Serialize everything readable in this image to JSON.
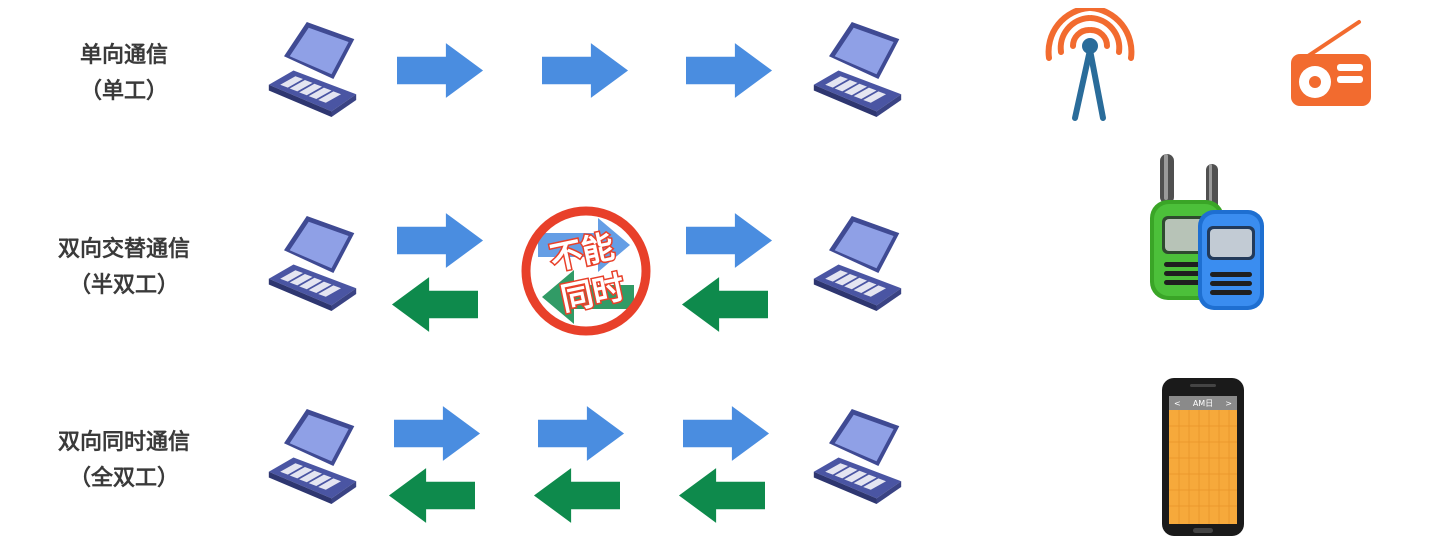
{
  "rows": [
    {
      "title": "单向通信",
      "subtitle": "（单工）"
    },
    {
      "title": "双向交替通信",
      "subtitle": "（半双工）"
    },
    {
      "title": "双向同时通信",
      "subtitle": "（全双工）"
    }
  ],
  "no_sign": {
    "line1": "不能",
    "line2": "同时"
  },
  "phone": {
    "nav_left": "<",
    "nav_title": "AM日",
    "nav_right": ">"
  },
  "colors": {
    "forward_arrow": "#4a8de0",
    "backward_arrow": "#0e8a4c",
    "laptop": "#3f4a93",
    "no_sign": "#e8402a",
    "radio": "#f26b2f",
    "antenna": "#2a6c9a",
    "antenna_waves": "#f26b2f",
    "walkie_green": "#3aa527",
    "walkie_blue": "#1e6fd1",
    "phone_screen": "#f6a93b"
  },
  "icons": [
    "laptop-icon",
    "forward-arrow-icon",
    "backward-arrow-icon",
    "no-simultaneous-icon",
    "radio-tower-icon",
    "radio-icon",
    "walkie-talkie-icon",
    "smartphone-icon"
  ]
}
